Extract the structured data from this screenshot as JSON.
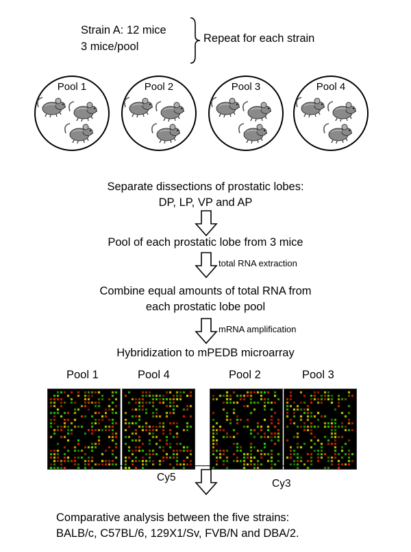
{
  "header": {
    "strain_line1": "Strain A: 12 mice",
    "strain_line2": "3 mice/pool",
    "repeat_text": "Repeat for each strain"
  },
  "pools_top": [
    {
      "label": "Pool 1"
    },
    {
      "label": "Pool 2"
    },
    {
      "label": "Pool 3"
    },
    {
      "label": "Pool 4"
    }
  ],
  "steps": {
    "dissection_line1": "Separate dissections of prostatic lobes:",
    "dissection_line2": "DP, LP, VP and AP",
    "pool_lobe": "Pool of each prostatic lobe from 3 mice",
    "rna_extraction": "total RNA extraction",
    "combine_line1": "Combine equal amounts of total RNA from",
    "combine_line2": "each prostatic lobe pool",
    "mrna_amplification": "mRNA amplification",
    "hybridization": "Hybridization to mPEDB microarray"
  },
  "arrays": [
    {
      "label": "Pool 1"
    },
    {
      "label": "Pool 4"
    },
    {
      "label": "Pool 2"
    },
    {
      "label": "Pool 3"
    }
  ],
  "dyes": {
    "left": "Cy5",
    "right": "Cy3"
  },
  "conclusion": {
    "line1": "Comparative analysis between the five strains:",
    "line2": "BALB/c, C57BL/6, 129X1/Sv, FVB/N and DBA/2."
  },
  "colors": {
    "mouse_fill": "#8a8a8a",
    "array_background": "#000000"
  },
  "icons": {
    "mouse": "mouse-icon",
    "arrow": "hollow-down-arrow-icon",
    "brace": "right-curly-brace-icon"
  }
}
